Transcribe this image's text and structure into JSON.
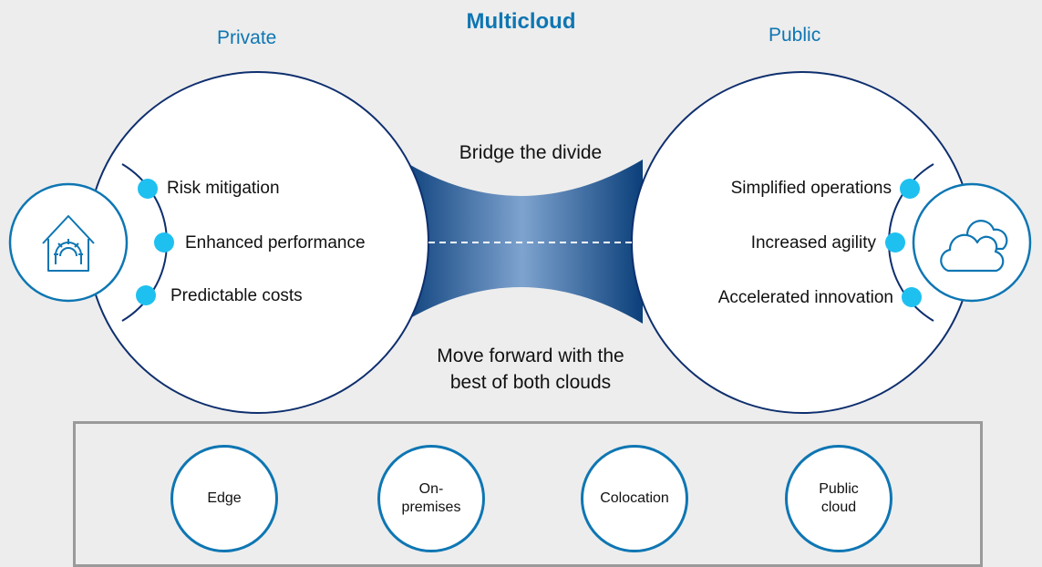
{
  "title": "Multicloud",
  "private": {
    "label": "Private",
    "icon": "house-gear-icon",
    "benefits": [
      "Risk mitigation",
      "Enhanced performance",
      "Predictable costs"
    ]
  },
  "public": {
    "label": "Public",
    "icon": "clouds-icon",
    "benefits": [
      "Simplified operations",
      "Increased agility",
      "Accelerated innovation"
    ]
  },
  "bridge": {
    "top_text": "Bridge the divide",
    "bottom_text": "Move forward with the\nbest of both clouds"
  },
  "locations": [
    {
      "label": "Edge"
    },
    {
      "label": "On-\npremises"
    },
    {
      "label": "Colocation"
    },
    {
      "label": "Public\ncloud"
    }
  ],
  "colors": {
    "accent": "#0e76b3",
    "dot": "#1ec0f0",
    "bridge_dark": "#0b3f7a",
    "bridge_light": "#6f96c6",
    "background": "#ededed",
    "box_border": "#9a9a9a"
  }
}
